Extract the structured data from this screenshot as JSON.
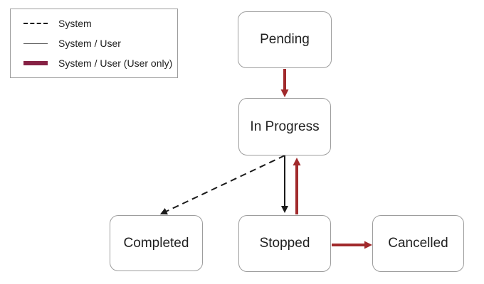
{
  "diagram": {
    "type": "state-transition-diagram",
    "legend": {
      "items": [
        {
          "label": "System",
          "line_style": "dashed-black"
        },
        {
          "label": "System / User",
          "line_style": "solid-thin-black"
        },
        {
          "label": "System / User (User only)",
          "line_style": "thick-red"
        }
      ]
    },
    "states": [
      {
        "id": "pending",
        "label": "Pending"
      },
      {
        "id": "in-progress",
        "label": "In Progress"
      },
      {
        "id": "completed",
        "label": "Completed"
      },
      {
        "id": "stopped",
        "label": "Stopped"
      },
      {
        "id": "cancelled",
        "label": "Cancelled"
      }
    ],
    "transitions": [
      {
        "from": "Pending",
        "to": "In Progress",
        "actor": "System / User (User only)",
        "style": "thick-red"
      },
      {
        "from": "In Progress",
        "to": "Completed",
        "actor": "System",
        "style": "dashed-black"
      },
      {
        "from": "In Progress",
        "to": "Stopped",
        "actor": "System / User",
        "style": "solid-thin-black"
      },
      {
        "from": "Stopped",
        "to": "In Progress",
        "actor": "System / User (User only)",
        "style": "thick-red"
      },
      {
        "from": "Stopped",
        "to": "Cancelled",
        "actor": "System / User (User only)",
        "style": "thick-red"
      }
    ],
    "colors": {
      "arrow_red": "#A12A2C",
      "legend_red": "#862144",
      "black": "#1a1a1a",
      "box_border": "#9d9d9d",
      "text": "#1f1f1f"
    }
  }
}
